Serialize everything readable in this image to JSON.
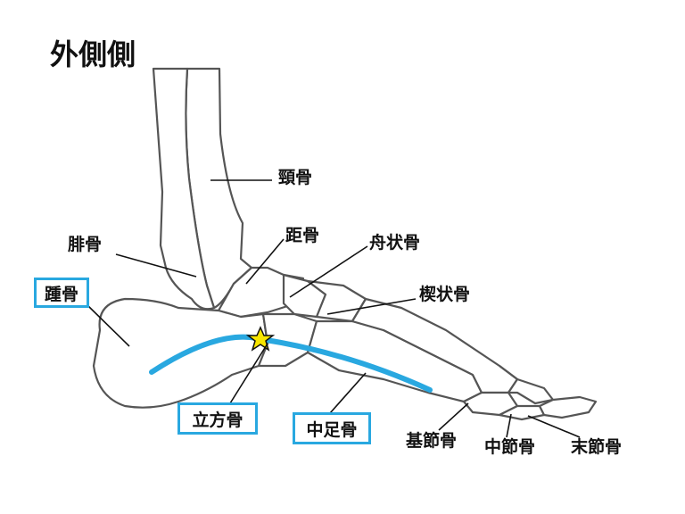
{
  "title": "外側側",
  "labels": {
    "tibia": "頸骨",
    "talus": "距骨",
    "navicular": "舟状骨",
    "cuneiform": "楔状骨",
    "fibula": "腓骨",
    "calcaneus": "踵骨",
    "cuboid": "立方骨",
    "metatarsal": "中足骨",
    "proximal_phalanx": "基節骨",
    "middle_phalanx": "中節骨",
    "distal_phalanx": "末節骨"
  },
  "colors": {
    "highlight": "#29a8e0",
    "star": "#f7e600"
  }
}
